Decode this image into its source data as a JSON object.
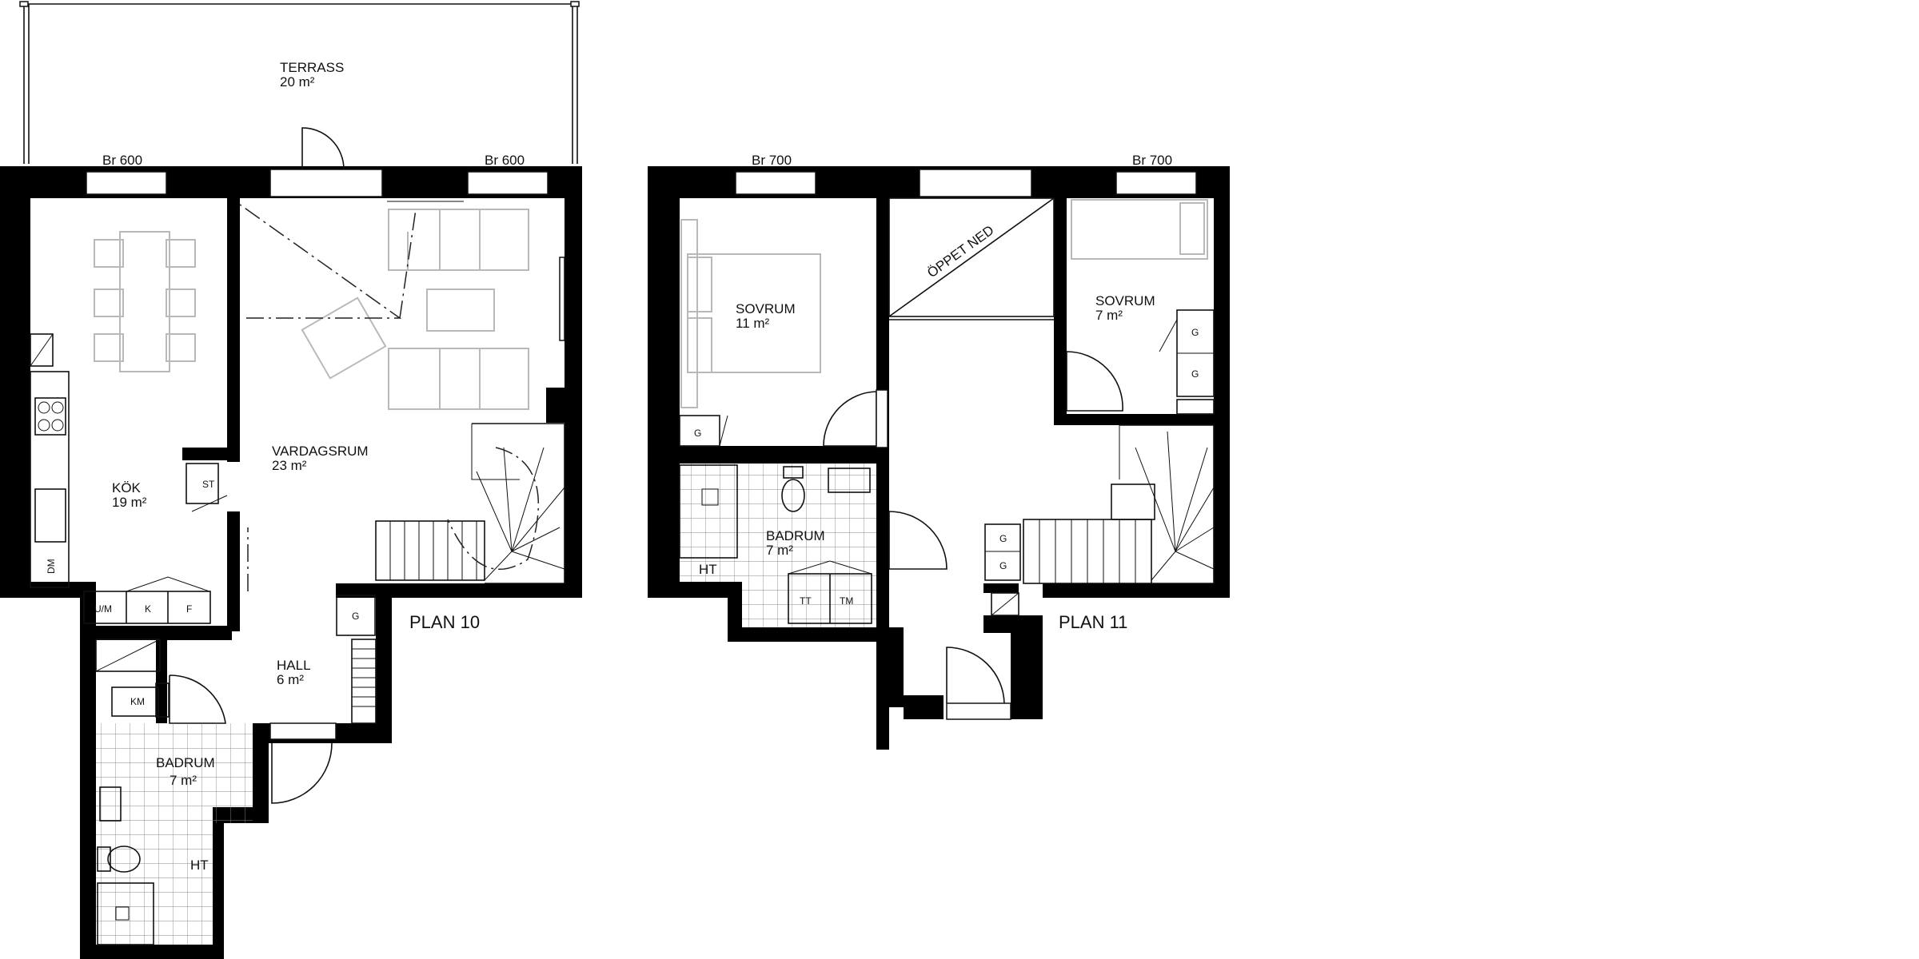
{
  "plan10": {
    "title": "PLAN 10",
    "rooms": {
      "terrace": {
        "name": "TERRASS",
        "area": "20 m²"
      },
      "kitchen": {
        "name": "KÖK",
        "area": "19 m²"
      },
      "living": {
        "name": "VARDAGSRUM",
        "area": "23 m²"
      },
      "hall": {
        "name": "HALL",
        "area": "6 m²"
      },
      "bathroom": {
        "name": "BADRUM",
        "area": "7 m²"
      }
    },
    "windows": [
      "Br 600",
      "Br 600"
    ],
    "fixtures": {
      "storage": "ST",
      "dishwasher": "DM",
      "microwave_oven": "U/M",
      "fridge": "K",
      "freezer": "F",
      "wardrobe": "G",
      "washing_machine": "KM",
      "drying_cabinet": "HT"
    }
  },
  "plan11": {
    "title": "PLAN 11",
    "rooms": {
      "bedroom_large": {
        "name": "SOVRUM",
        "area": "11 m²"
      },
      "bedroom_small": {
        "name": "SOVRUM",
        "area": "7 m²"
      },
      "bathroom": {
        "name": "BADRUM",
        "area": "7 m²"
      }
    },
    "open_void": "ÖPPET NED",
    "windows": [
      "Br 700",
      "Br 700"
    ],
    "fixtures": {
      "wardrobe": "G",
      "drying_cabinet": "HT",
      "tumble_dryer": "TT",
      "washer": "TM"
    }
  },
  "colors": {
    "wall": "#000000",
    "furniture": "#b9b9b9",
    "background": "#ffffff"
  }
}
